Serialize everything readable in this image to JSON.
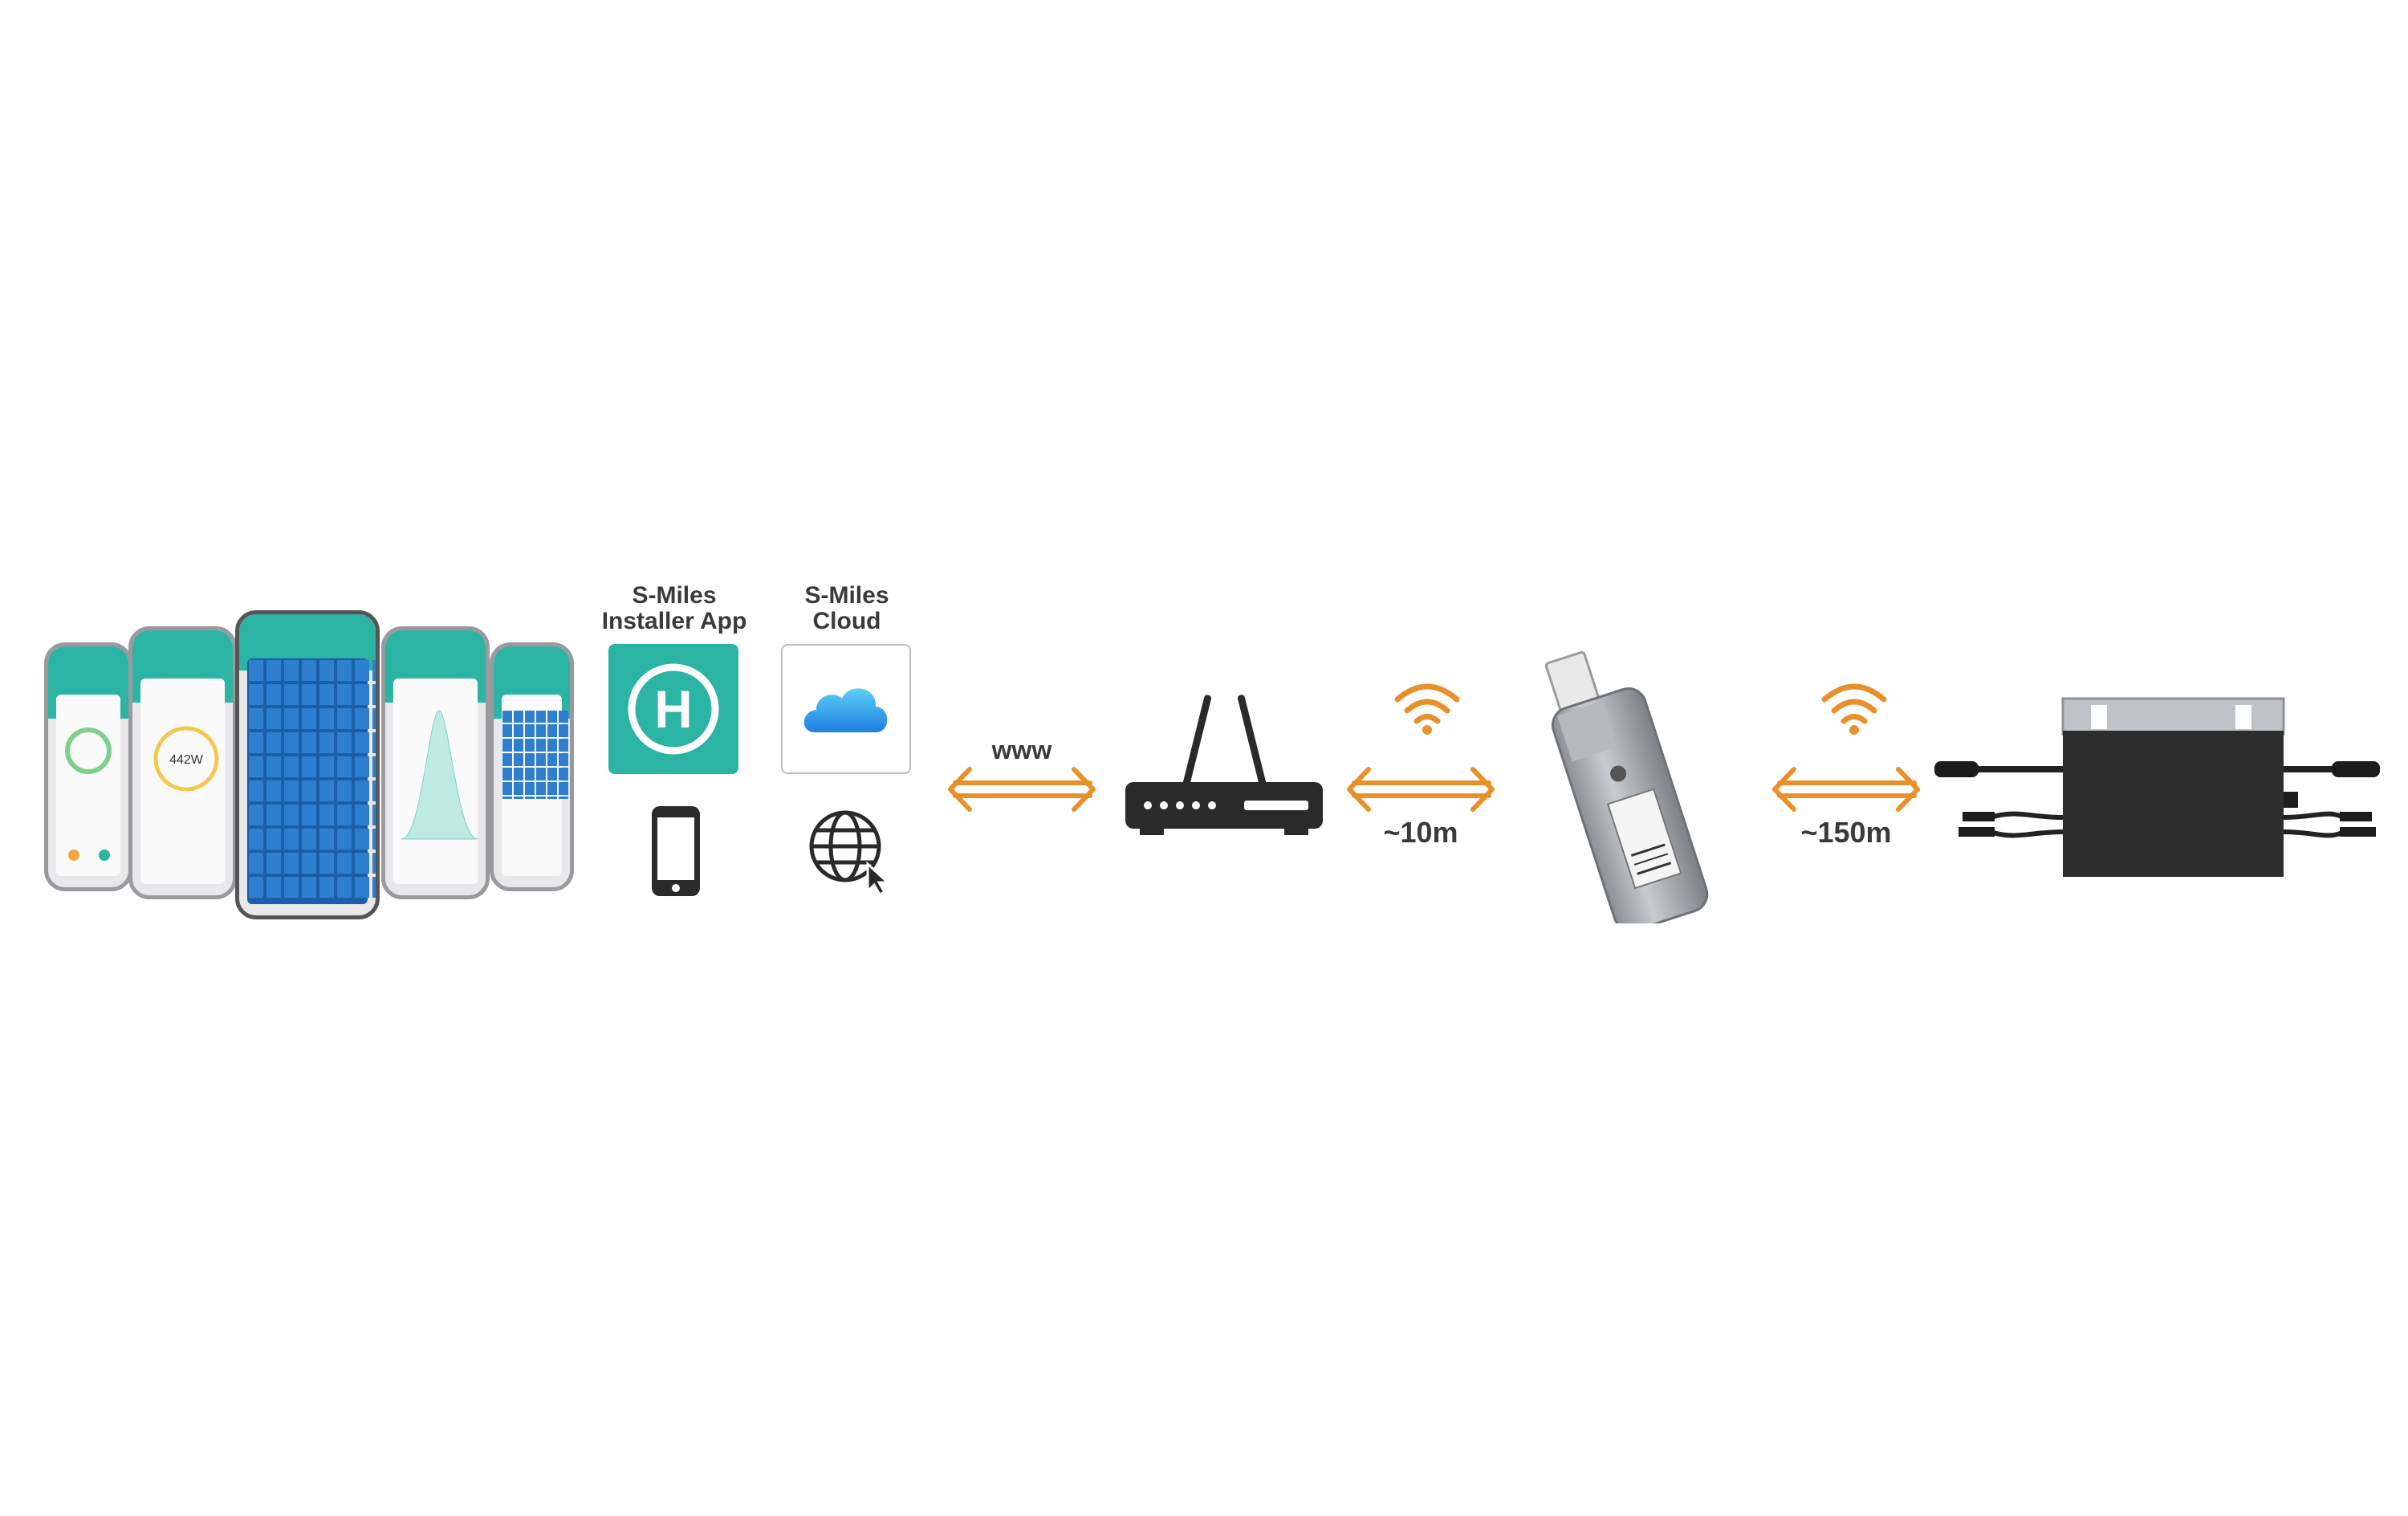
{
  "app_tile": {
    "title_line1": "S-Miles",
    "title_line2": "Installer App",
    "glyph": "H",
    "color": "#2bb3a3"
  },
  "cloud_tile": {
    "title_line1": "S-Miles",
    "title_line2": "Cloud"
  },
  "links": [
    {
      "label": "www",
      "color": "#e8912b"
    },
    {
      "label": "~10m",
      "color": "#e8912b"
    },
    {
      "label": "~150m",
      "color": "#e8912b"
    }
  ],
  "phone_screen": {
    "power_readout": "442W"
  },
  "icons": [
    "smartphone-icon",
    "globe-cursor-icon",
    "cloud-icon",
    "wifi-icon",
    "router-icon",
    "dtu-stick-icon",
    "microinverter-icon"
  ]
}
